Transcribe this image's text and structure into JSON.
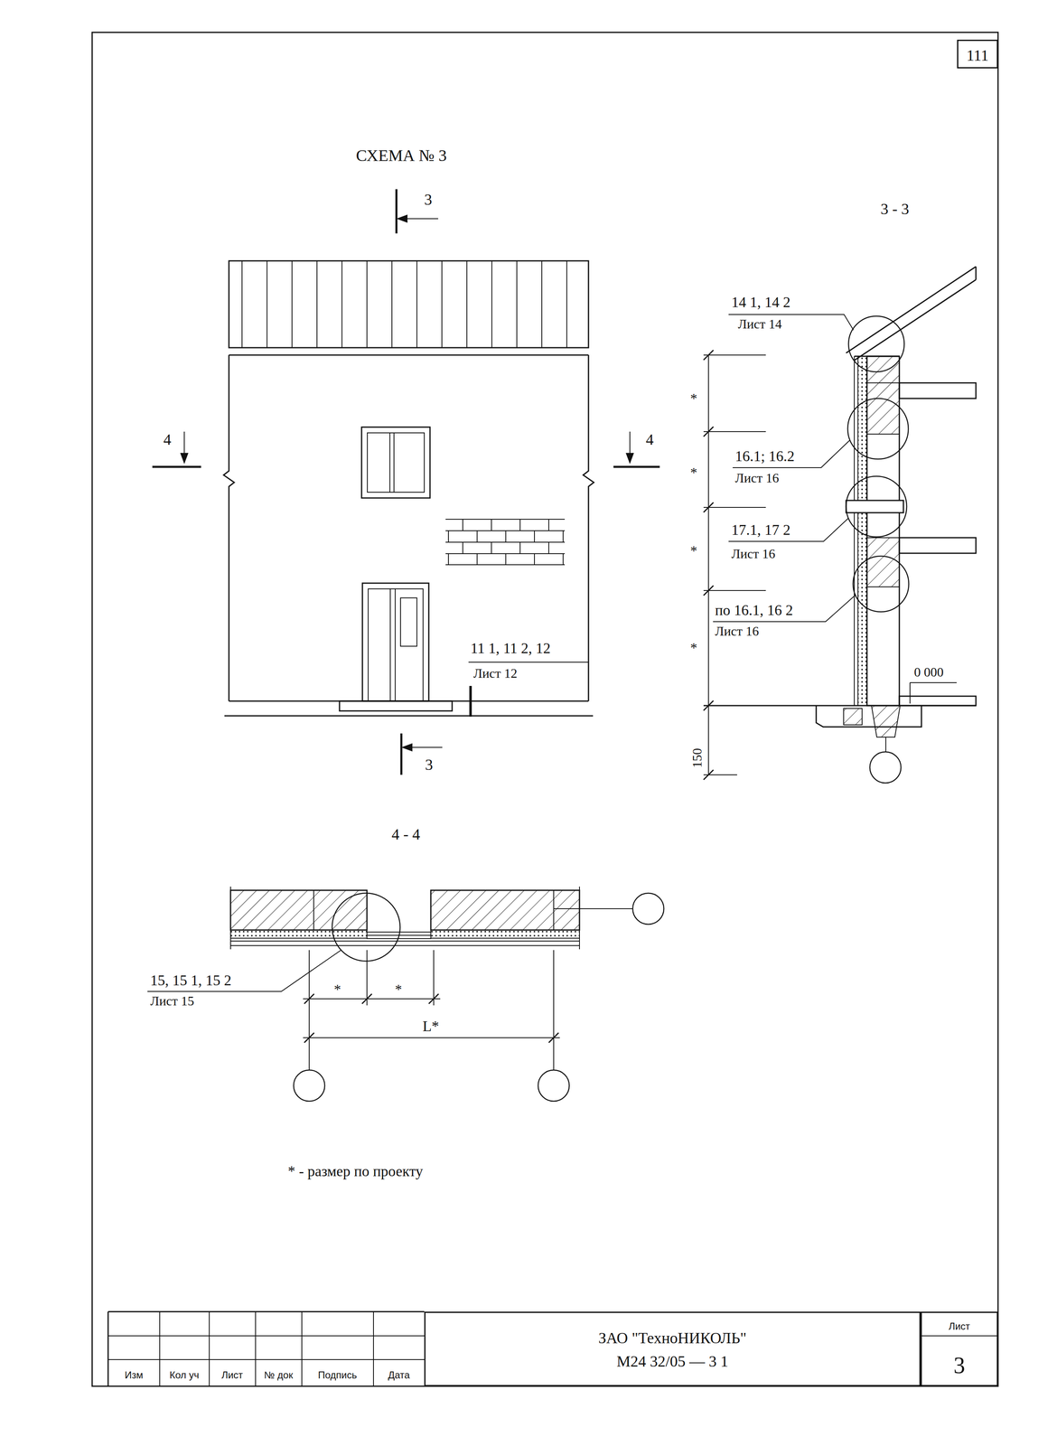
{
  "diagram": {
    "title": "СХЕМА № 3",
    "nodes": [
      {
        "text": [
          "111"
        ]
      },
      {
        "text": [
          "ЗАО \"ТехноНИКОЛЬ\"",
          "М24 32/05 — 3 1"
        ]
      },
      {
        "text": [
          "Лист",
          "3"
        ]
      }
    ],
    "labels": [
      "3",
      "3 - 3",
      "14 1, 14 2",
      "Лист 14",
      "4",
      "4",
      "*",
      "16.1; 16.2",
      "Лист 16",
      "*",
      "17.1, 17 2",
      "Лист 16",
      "*",
      "по 16.1, 16 2",
      "Лист 16",
      "*",
      "11 1, 11 2, 12",
      "Лист 12",
      "0 000",
      "150",
      "3",
      "4 - 4",
      "15, 15 1, 15 2",
      "Лист 15",
      "*",
      "*",
      "L*",
      "* - размер по проекту",
      "Изм",
      "Кол уч",
      "Лист",
      "№ док",
      "Подпись",
      "Дата"
    ]
  }
}
